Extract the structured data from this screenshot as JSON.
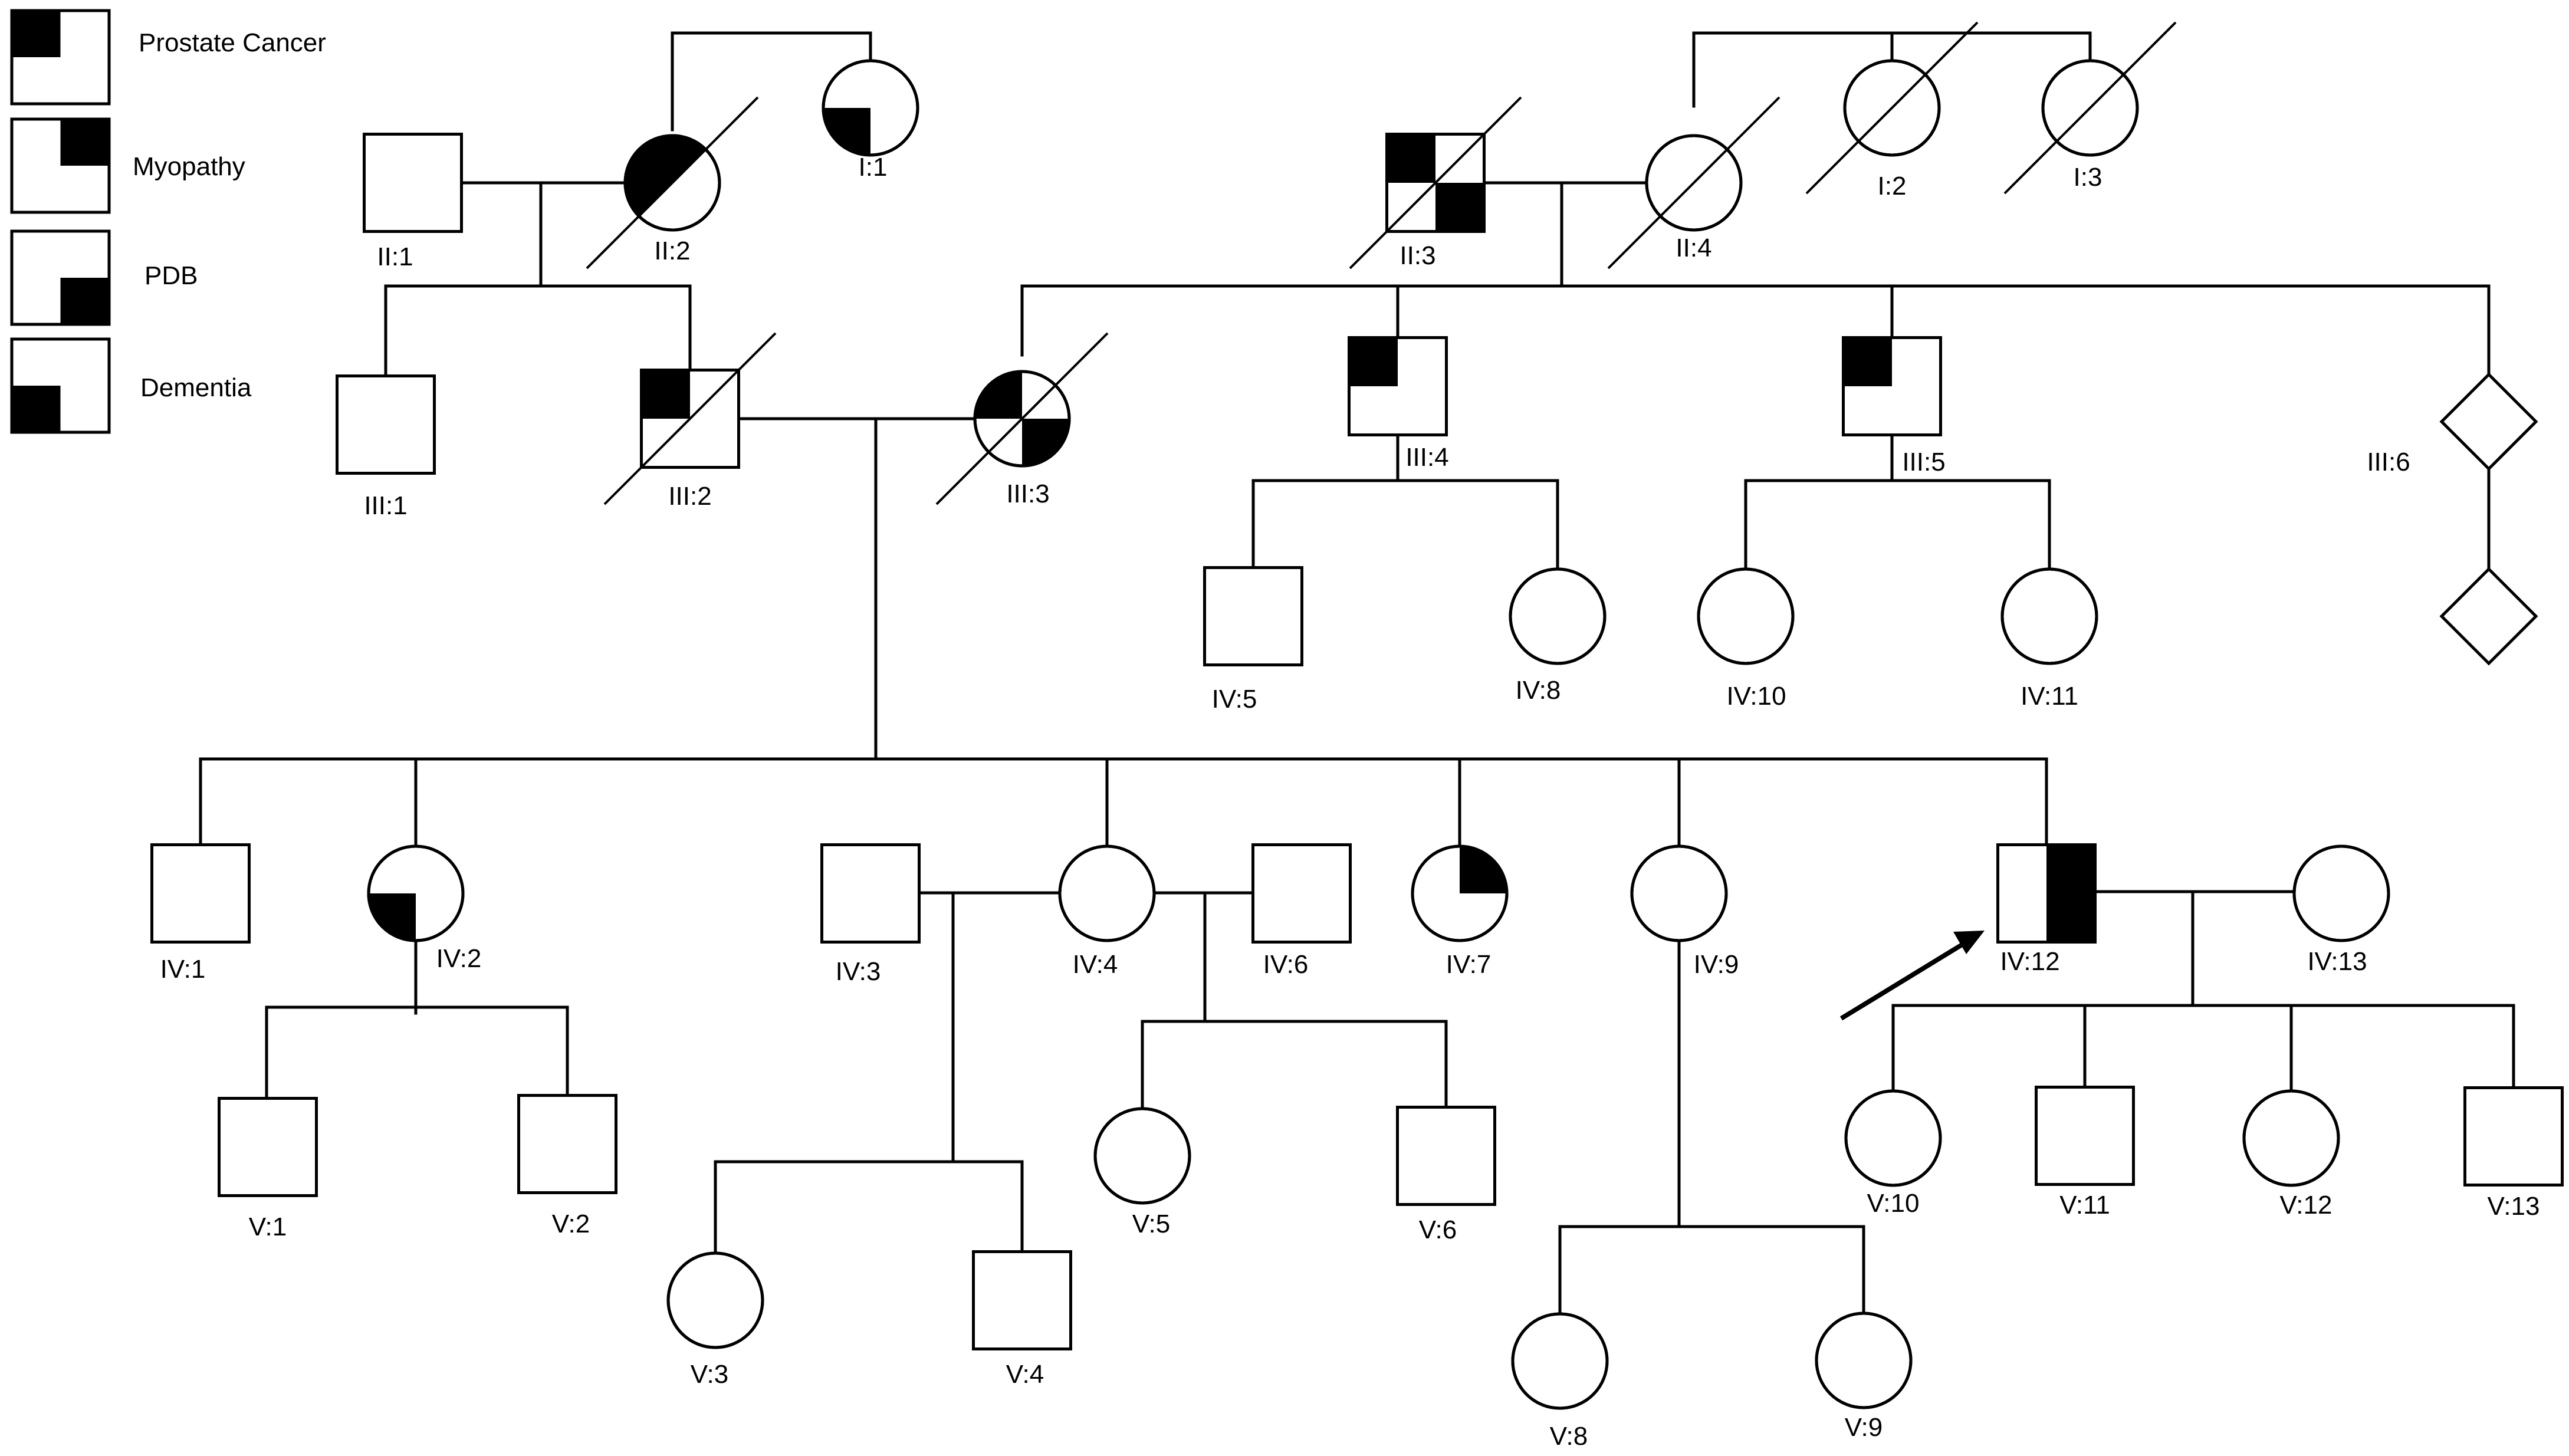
{
  "legend": [
    {
      "label": "Prostate Cancer",
      "quadrant": "top-left"
    },
    {
      "label": "Myopathy",
      "quadrant": "top-right"
    },
    {
      "label": "PDB",
      "quadrant": "bottom-right"
    },
    {
      "label": "Dementia",
      "quadrant": "bottom-left"
    }
  ],
  "individuals": [
    {
      "id": "II:1",
      "label": "II:1",
      "sex": "male",
      "deceased": false,
      "affected": []
    },
    {
      "id": "II:2",
      "label": "II:2",
      "sex": "female",
      "deceased": true,
      "affected": [
        "half-upper-left"
      ]
    },
    {
      "id": "I:1",
      "label": "I:1",
      "sex": "female",
      "deceased": false,
      "affected": [
        "bottom-left"
      ]
    },
    {
      "id": "II:3",
      "label": "II:3",
      "sex": "male",
      "deceased": true,
      "affected": [
        "top-left",
        "bottom-right"
      ]
    },
    {
      "id": "II:4",
      "label": "II:4",
      "sex": "female",
      "deceased": true,
      "affected": []
    },
    {
      "id": "I:2",
      "label": "I:2",
      "sex": "female",
      "deceased": true,
      "affected": []
    },
    {
      "id": "I:3",
      "label": "I:3",
      "sex": "female",
      "deceased": true,
      "affected": []
    },
    {
      "id": "III:1",
      "label": "III:1",
      "sex": "male",
      "deceased": false,
      "affected": []
    },
    {
      "id": "III:2",
      "label": "III:2",
      "sex": "male",
      "deceased": true,
      "affected": [
        "top-left"
      ]
    },
    {
      "id": "III:3",
      "label": "III:3",
      "sex": "female",
      "deceased": true,
      "affected": [
        "top-left",
        "bottom-right"
      ]
    },
    {
      "id": "III:4",
      "label": "III:4",
      "sex": "male",
      "deceased": false,
      "affected": [
        "top-left"
      ]
    },
    {
      "id": "III:5",
      "label": "III:5",
      "sex": "male",
      "deceased": false,
      "affected": [
        "top-left"
      ]
    },
    {
      "id": "III:6",
      "label": "III:6",
      "sex": "unknown",
      "deceased": false,
      "affected": []
    },
    {
      "id": "III:6-child",
      "label": "",
      "sex": "unknown",
      "deceased": false,
      "affected": []
    },
    {
      "id": "IV:5",
      "label": "IV:5",
      "sex": "male",
      "deceased": false,
      "affected": []
    },
    {
      "id": "IV:8",
      "label": "IV:8",
      "sex": "female",
      "deceased": false,
      "affected": []
    },
    {
      "id": "IV:10",
      "label": "IV:10",
      "sex": "female",
      "deceased": false,
      "affected": []
    },
    {
      "id": "IV:11",
      "label": "IV:11",
      "sex": "female",
      "deceased": false,
      "affected": []
    },
    {
      "id": "IV:1",
      "label": "IV:1",
      "sex": "male",
      "deceased": false,
      "affected": []
    },
    {
      "id": "IV:2",
      "label": "IV:2",
      "sex": "female",
      "deceased": false,
      "affected": [
        "bottom-left"
      ]
    },
    {
      "id": "IV:3",
      "label": "IV:3",
      "sex": "male",
      "deceased": false,
      "affected": []
    },
    {
      "id": "IV:4",
      "label": "IV:4",
      "sex": "female",
      "deceased": false,
      "affected": []
    },
    {
      "id": "IV:6",
      "label": "IV:6",
      "sex": "male",
      "deceased": false,
      "affected": []
    },
    {
      "id": "IV:7",
      "label": "IV:7",
      "sex": "female",
      "deceased": false,
      "affected": [
        "top-right"
      ]
    },
    {
      "id": "IV:9",
      "label": "IV:9",
      "sex": "female",
      "deceased": false,
      "affected": []
    },
    {
      "id": "IV:12",
      "label": "IV:12",
      "sex": "male",
      "deceased": false,
      "affected": [
        "right-half"
      ],
      "proband": true
    },
    {
      "id": "IV:13",
      "label": "IV:13",
      "sex": "female",
      "deceased": false,
      "affected": []
    },
    {
      "id": "V:1",
      "label": "V:1",
      "sex": "male",
      "deceased": false,
      "affected": []
    },
    {
      "id": "V:2",
      "label": "V:2",
      "sex": "male",
      "deceased": false,
      "affected": []
    },
    {
      "id": "V:3",
      "label": "V:3",
      "sex": "female",
      "deceased": false,
      "affected": []
    },
    {
      "id": "V:4",
      "label": "V:4",
      "sex": "male",
      "deceased": false,
      "affected": []
    },
    {
      "id": "V:5",
      "label": "V:5",
      "sex": "female",
      "deceased": false,
      "affected": []
    },
    {
      "id": "V:6",
      "label": "V:6",
      "sex": "male",
      "deceased": false,
      "affected": []
    },
    {
      "id": "V:8",
      "label": "V:8",
      "sex": "female",
      "deceased": false,
      "affected": []
    },
    {
      "id": "V:9",
      "label": "V:9",
      "sex": "female",
      "deceased": false,
      "affected": []
    },
    {
      "id": "V:10",
      "label": "V:10",
      "sex": "female",
      "deceased": false,
      "affected": []
    },
    {
      "id": "V:11",
      "label": "V:11",
      "sex": "male",
      "deceased": false,
      "affected": []
    },
    {
      "id": "V:12",
      "label": "V:12",
      "sex": "female",
      "deceased": false,
      "affected": []
    },
    {
      "id": "V:13",
      "label": "V:13",
      "sex": "male",
      "deceased": false,
      "affected": []
    }
  ],
  "colors": {
    "line": "#000000",
    "fill": "#000000",
    "background": "#ffffff"
  }
}
